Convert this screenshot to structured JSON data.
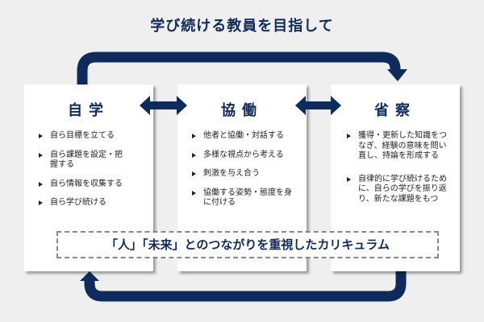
{
  "title": "学び続ける教員を目指して",
  "cards": [
    {
      "heading": "自学",
      "items": [
        "自ら目標を立てる",
        "自ら課題を設定・把握する",
        "自ら情報を収集する",
        "自ら学び続ける"
      ]
    },
    {
      "heading": "協働",
      "items": [
        "他者と協働・対話する",
        "多様な視点から考える",
        "刺激を与え合う",
        "協働する姿勢・態度を身に付ける"
      ]
    },
    {
      "heading": "省察",
      "items": [
        "獲得・更新した知識をつなぎ、経験の意味を問い直し、持論を形成する",
        "自律的に学び続けるために、自らの学びを振り返り、新たな課題をもつ"
      ]
    }
  ],
  "banner": "「人」「未来」とのつながりを重視したカリキュラム",
  "colors": {
    "accent": "#0f2a5c",
    "background": "#efefef"
  }
}
